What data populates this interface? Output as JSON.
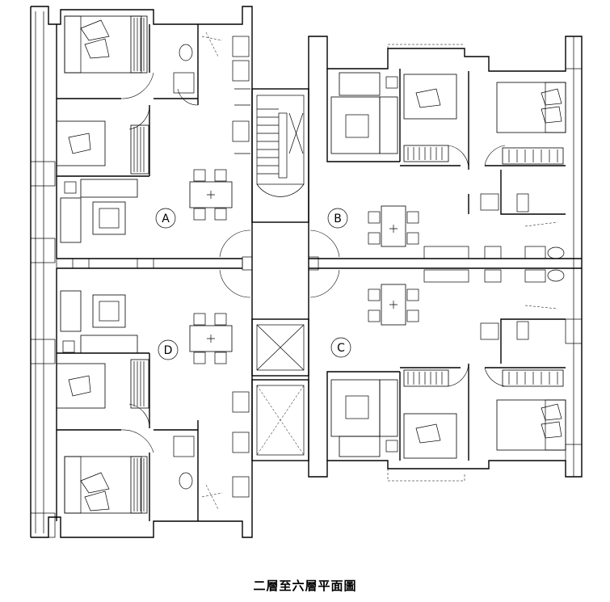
{
  "caption": "二層至六層平面圖",
  "units": [
    {
      "id": "A",
      "label": "A"
    },
    {
      "id": "B",
      "label": "B"
    },
    {
      "id": "C",
      "label": "C"
    },
    {
      "id": "D",
      "label": "D"
    }
  ],
  "colors": {
    "line": "#000000",
    "background": "#ffffff"
  }
}
